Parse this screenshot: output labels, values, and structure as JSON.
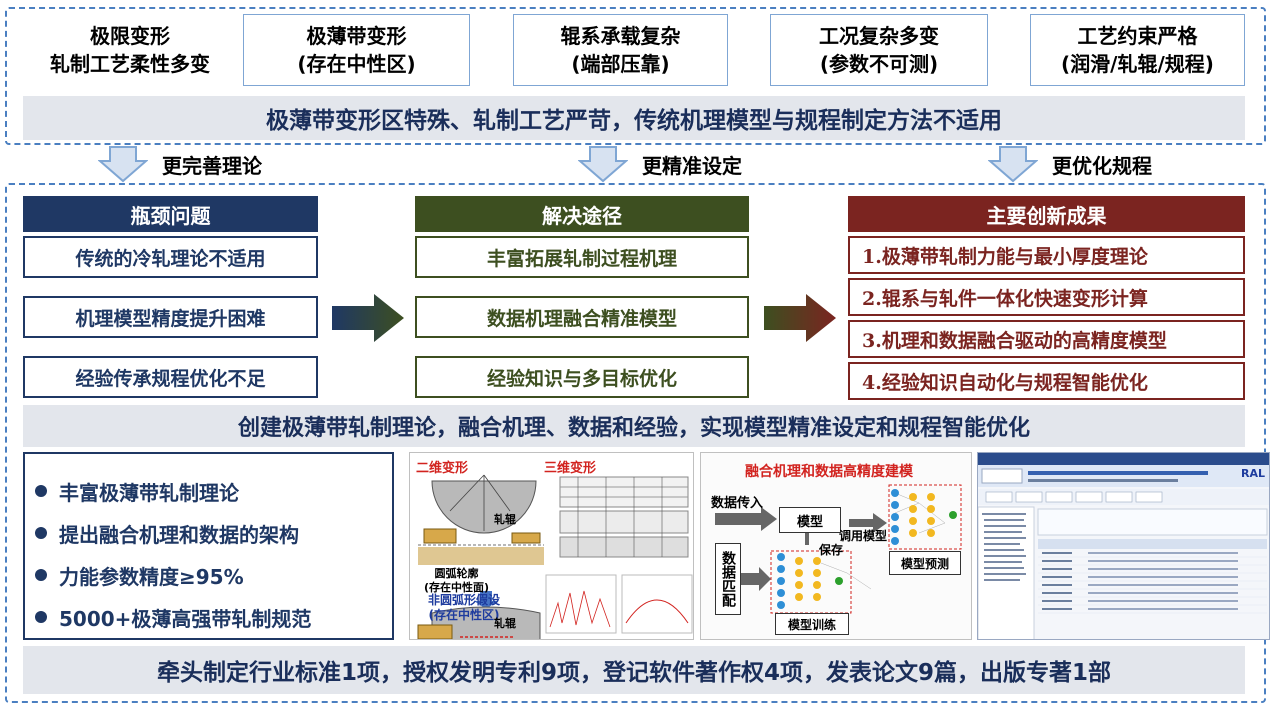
{
  "challenges": [
    {
      "line1": "极限变形",
      "line2": "轧制工艺柔性多变"
    },
    {
      "line1": "极薄带变形",
      "line2": "(存在中性区)"
    },
    {
      "line1": "辊系承载复杂",
      "line2": "(端部压靠)"
    },
    {
      "line1": "工况复杂多变",
      "line2": "(参数不可测)"
    },
    {
      "line1": "工艺约束严格",
      "line2": "(润滑/轧辊/规程)"
    }
  ],
  "top_summary": "极薄带变形区特殊、轧制工艺严苛，传统机理模型与规程制定方法不适用",
  "goals": [
    "更完善理论",
    "更精准设定",
    "更优化规程"
  ],
  "columns": {
    "bottleneck": {
      "title": "瓶颈问题",
      "items": [
        "传统的冷轧理论不适用",
        "机理模型精度提升困难",
        "经验传承规程优化不足"
      ],
      "color": "#1f3864"
    },
    "solution": {
      "title": "解决途径",
      "items": [
        "丰富拓展轧制过程机理",
        "数据机理融合精准模型",
        "经验知识与多目标优化"
      ],
      "color": "#3d4f20"
    },
    "innovation": {
      "title": "主要创新成果",
      "items": [
        "1.极薄带轧制力能与最小厚度理论",
        "2.辊系与轧件一体化快速变形计算",
        "3.机理和数据融合驱动的高精度模型",
        "4.经验知识自动化与规程智能优化"
      ],
      "color": "#7b2420"
    }
  },
  "mid_summary": "创建极薄带轧制理论，融合机理、数据和经验，实现模型精准设定和规程智能优化",
  "achievements": [
    "丰富极薄带轧制理论",
    "提出融合机理和数据的架构",
    "力能参数精度≥95%",
    "5000+极薄高强带轧制规范"
  ],
  "figures": {
    "deform2d": {
      "title": "二维变形",
      "roll": "轧辊",
      "arc": "圆弧轮廓",
      "arc_note": "(存在中性面)",
      "nonarc": "非圆弧形假设",
      "nonarc_note": "(存在中性区)",
      "roll2": "轧辊"
    },
    "deform3d": {
      "title": "三维变形"
    },
    "fusion": {
      "title": "融合机理和数据高精度建模",
      "data_in": "数据传入",
      "match": "数据匹配",
      "model": "模型",
      "save": "保存",
      "call": "调用模型",
      "predict": "模型预测",
      "train": "模型训练"
    }
  },
  "software": {
    "logo": "RAL"
  },
  "bottom_summary": "牵头制定行业标准1项，授权发明专利9项，登记软件著作权4项，发表论文9篇，出版专著1部",
  "colors": {
    "accent_blue": "#1f3864",
    "accent_green": "#3d4f20",
    "accent_red": "#7b2420",
    "dash": "#4a7fc1",
    "band": "#e3e6ec"
  }
}
